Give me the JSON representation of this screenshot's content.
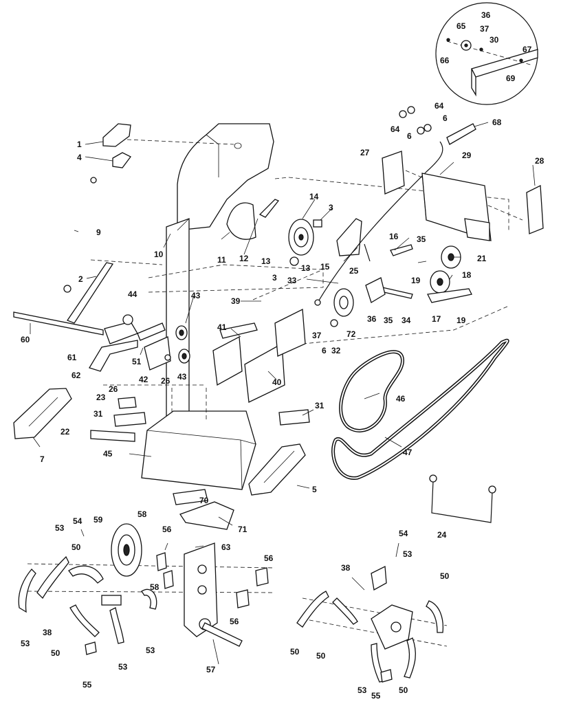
{
  "labels": {
    "l1": "1",
    "l4": "4",
    "l9": "9",
    "l2": "2",
    "l60": "60",
    "l61": "61",
    "l62": "62",
    "l44": "44",
    "l51": "51",
    "l42": "42",
    "l26a": "26",
    "l26b": "26",
    "l43a": "43",
    "l43b": "43",
    "l10": "10",
    "l11": "11",
    "l12": "12",
    "l13a": "13",
    "l13b": "13",
    "l14": "14",
    "l3a": "3",
    "l3b": "3",
    "l15": "15",
    "l25": "25",
    "l16": "16",
    "l35a": "35",
    "l35b": "35",
    "l19a": "19",
    "l19b": "19",
    "l21": "21",
    "l18": "18",
    "l17": "17",
    "l34": "34",
    "l36": "36",
    "l72": "72",
    "l37a": "37",
    "l6a": "6",
    "l32": "32",
    "l33": "33",
    "l39": "39",
    "l41": "41",
    "l40": "40",
    "l27": "27",
    "l29": "29",
    "l28": "28",
    "l64a": "64",
    "l64b": "64",
    "l6b": "6",
    "l6c": "6",
    "l68": "68",
    "l65": "65",
    "l36b": "36",
    "l37b": "37",
    "l30": "30",
    "l66": "66",
    "l67": "67",
    "l69": "69",
    "l23": "23",
    "l31a": "31",
    "l31b": "31",
    "l22": "22",
    "l45": "45",
    "l7": "7",
    "l5": "5",
    "l46": "46",
    "l47": "47",
    "l24": "24",
    "l70": "70",
    "l71": "71",
    "l54a": "54",
    "l53a": "53",
    "l50a": "50",
    "l59": "59",
    "l58a": "58",
    "l56a": "56",
    "l63": "63",
    "l56b": "56",
    "l56c": "56",
    "l58b": "58",
    "l38a": "38",
    "l53b": "53",
    "l50b": "50",
    "l55a": "55",
    "l53c": "53",
    "l53d": "53",
    "l57": "57",
    "l54b": "54",
    "l53e": "53",
    "l38b": "38",
    "l50c": "50",
    "l50d": "50",
    "l50e": "50",
    "l53f": "53",
    "l55b": "55",
    "l50f": "50"
  }
}
